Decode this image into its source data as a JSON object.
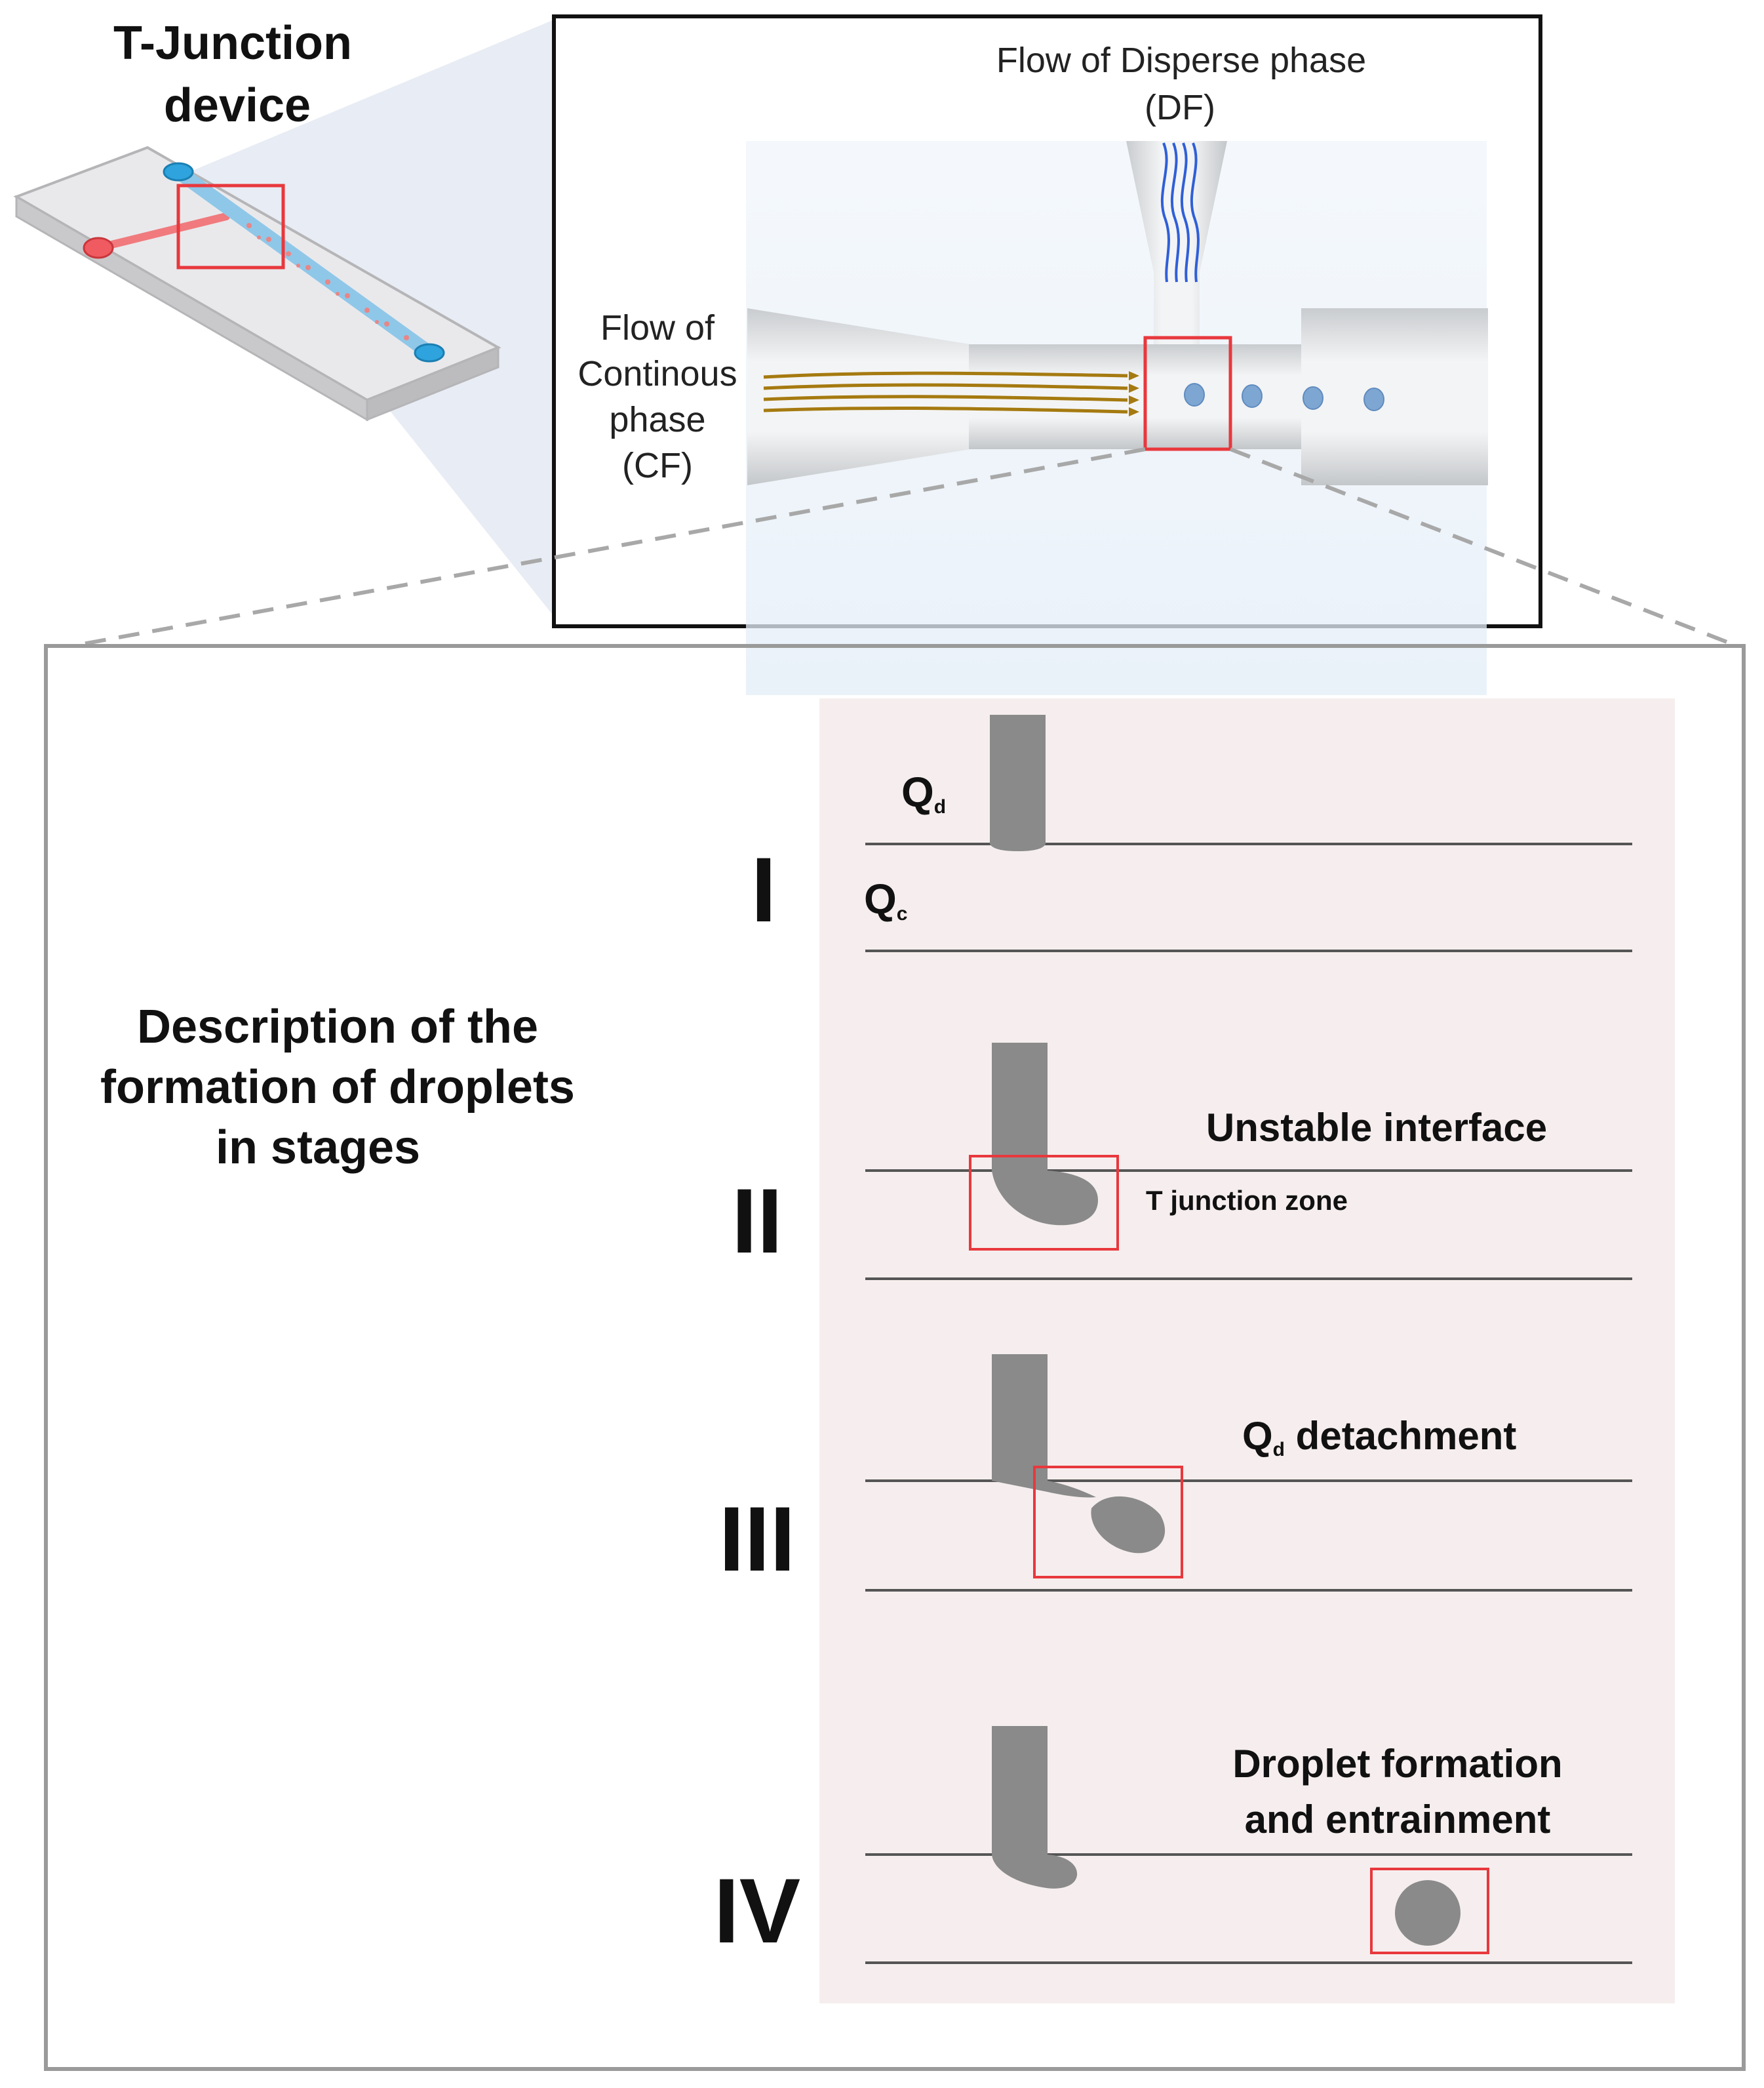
{
  "device": {
    "title_line1": "T-Junction",
    "title_line2": "device"
  },
  "zoom_view": {
    "dispersed_line1": "Flow of Disperse phase",
    "dispersed_line2": "(DF)",
    "continuous_line1": "Flow of",
    "continuous_line2": "Continous",
    "continuous_line3": "phase",
    "continuous_line4": "(CF)"
  },
  "description": {
    "line1": "Description of the",
    "line2": "formation of droplets",
    "line3": "in stages"
  },
  "stages": {
    "s1": {
      "numeral": "I",
      "qd_main": "Q",
      "qd_sub": "d",
      "qc_main": "Q",
      "qc_sub": "c"
    },
    "s2": {
      "numeral": "II",
      "label": "Unstable interface",
      "zone_label": "T junction zone"
    },
    "s3": {
      "numeral": "III",
      "label_main": "Q",
      "label_sub": "d",
      "label_rest": " detachment"
    },
    "s4": {
      "numeral": "IV",
      "label_line1": "Droplet formation",
      "label_line2": "and entrainment"
    }
  },
  "colors": {
    "highlight_box": "#e8383d",
    "continuous_flow": "#a57a10",
    "disperse_flow": "#2f5fd8",
    "droplet_blue": "#7ea6d2",
    "stage_fluid": "#8a8a8a",
    "stage_background": "#f6eeee"
  }
}
